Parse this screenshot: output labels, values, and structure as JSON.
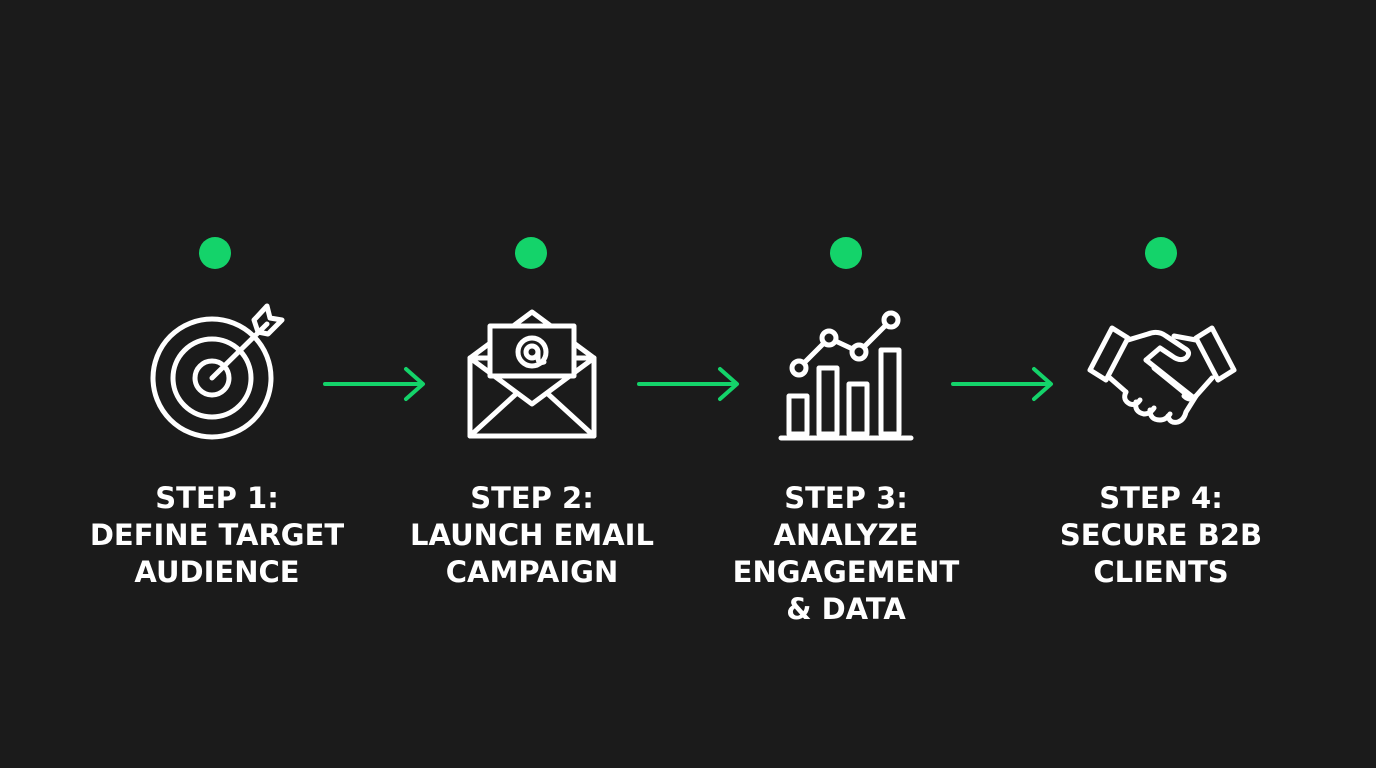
{
  "colors": {
    "background": "#1b1b1b",
    "accent": "#14d36a",
    "text": "#ffffff"
  },
  "steps": [
    {
      "title": "STEP 1:",
      "lines": [
        "DEFINE TARGET",
        "AUDIENCE"
      ],
      "icon": "target-icon"
    },
    {
      "title": "STEP 2:",
      "lines": [
        "LAUNCH EMAIL",
        "CAMPAIGN"
      ],
      "icon": "email-icon"
    },
    {
      "title": "STEP 3:",
      "lines": [
        "ANALYZE",
        "ENGAGEMENT",
        "& DATA"
      ],
      "icon": "analytics-chart-icon"
    },
    {
      "title": "STEP 4:",
      "lines": [
        "SECURE B2B",
        "CLIENTS"
      ],
      "icon": "handshake-icon"
    }
  ]
}
